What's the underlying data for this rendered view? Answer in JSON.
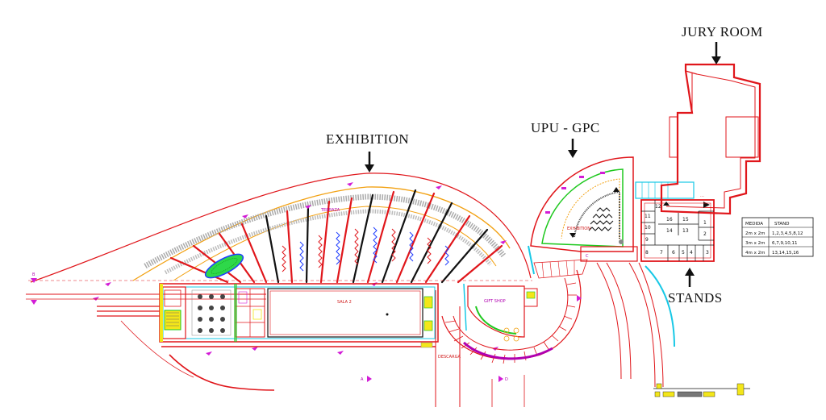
{
  "labels": {
    "jury_room": "JURY ROOM",
    "upu_gpc": "UPU - GPC",
    "exhibition": "EXHIBITION",
    "stands": "STANDS"
  },
  "plan_text": {
    "terraza": "TERRAZA",
    "sala": "SALA 2",
    "gift_shop": "GIFT SHOP",
    "descarga": "DESCARGA",
    "exhibition_small": "EXHIBITION",
    "mark_b": "B",
    "mark_a": "A",
    "mark_d": "D",
    "mark_c": "C"
  },
  "stand_numbers": [
    "12",
    "11",
    "10",
    "9",
    "8",
    "7",
    "6",
    "5",
    "4",
    "3",
    "16",
    "15",
    "14",
    "13",
    "1",
    "2"
  ],
  "stand_table": {
    "headers": [
      "MEDIDA",
      "STAND"
    ],
    "rows": [
      [
        "2m x 2m",
        "1,2,3,4,5,8,12"
      ],
      [
        "3m x 2m",
        "6,7,9,10,11"
      ],
      [
        "4m x 2m",
        "13,14,15,16"
      ]
    ]
  },
  "colors": {
    "wall_red": "#e0161b",
    "orange": "#f2a112",
    "magenta": "#d21cd6",
    "green": "#1ec81e",
    "cyan": "#18c8e6",
    "blue": "#1e3cff",
    "yellow": "#f3e61a"
  }
}
